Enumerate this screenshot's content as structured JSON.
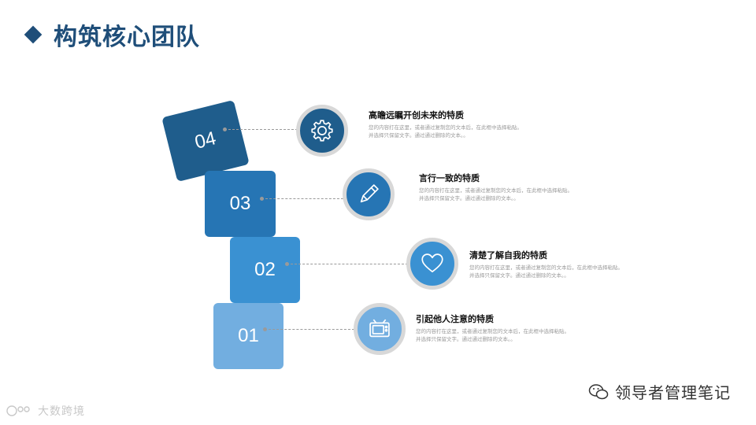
{
  "title": "构筑核心团队",
  "steps": [
    {
      "number": "04",
      "color": "#1f5d8c",
      "icon": "gear-icon",
      "heading": "高瞻远瞩开创未来的特质",
      "desc1": "您的内容打在这里，或者通过复制您的文本后，在此框中选择粘贴。",
      "desc2": "并选择只保留文字。通过通过删除的文本。。"
    },
    {
      "number": "03",
      "color": "#2675b4",
      "icon": "pencil-icon",
      "heading": "言行一致的特质",
      "desc1": "您的内容打在这里，或者通过复制您的文本后，在此框中选择粘贴。",
      "desc2": "并选择只保留文字。通过通过删除的文本。。"
    },
    {
      "number": "02",
      "color": "#3a91d2",
      "icon": "heart-icon",
      "heading": "清楚了解自我的特质",
      "desc1": "您的内容打在这里，或者通过复制您的文本后，在此框中选择粘贴。",
      "desc2": "并选择只保留文字。通过通过删除的文本。。"
    },
    {
      "number": "01",
      "color": "#72aee0",
      "icon": "tv-icon",
      "heading": "引起他人注意的特质",
      "desc1": "您的内容打在这里，或者通过复制您的文本后，在此框中选择粘贴。",
      "desc2": "并选择只保留文字。通过通过删除的文本。。"
    }
  ],
  "watermark_right": "领导者管理笔记",
  "watermark_left": "大数跨境",
  "colors": {
    "title": "#1f4e79",
    "ring": "#d8d8d8"
  }
}
